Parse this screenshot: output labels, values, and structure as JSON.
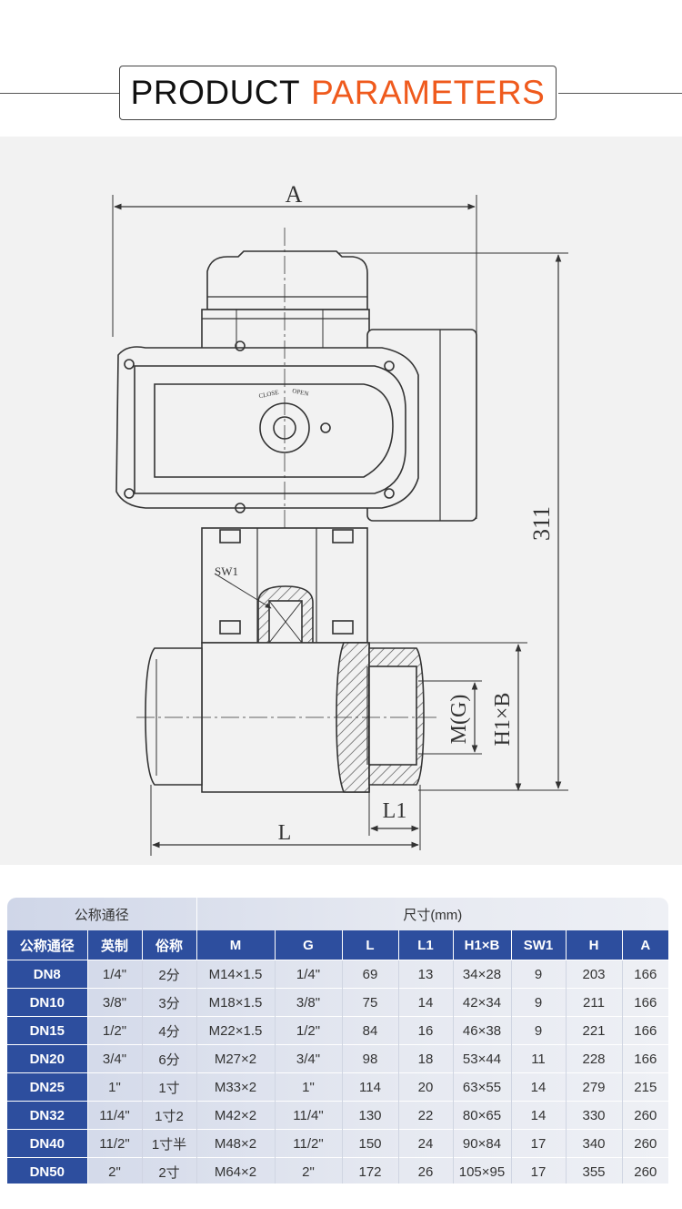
{
  "header": {
    "title_dark": "PRODUCT",
    "title_accent": "PARAMETERS",
    "accent_color": "#ef5a1d"
  },
  "drawing": {
    "label_A": "A",
    "label_311": "311",
    "label_SW1": "SW1",
    "label_M": "M(G)",
    "label_H1B": "H1×B",
    "label_L1": "L1",
    "label_L": "L",
    "label_close": "CLOSE",
    "label_open": "OPEN"
  },
  "table": {
    "group_left": "公称通径",
    "group_right": "尺寸(mm)",
    "columns": [
      "公称通径",
      "英制",
      "俗称",
      "M",
      "G",
      "L",
      "L1",
      "H1×B",
      "SW1",
      "H",
      "A"
    ],
    "rows": [
      [
        "DN8",
        "1/4\"",
        "2分",
        "M14×1.5",
        "1/4\"",
        "69",
        "13",
        "34×28",
        "9",
        "203",
        "166"
      ],
      [
        "DN10",
        "3/8\"",
        "3分",
        "M18×1.5",
        "3/8\"",
        "75",
        "14",
        "42×34",
        "9",
        "211",
        "166"
      ],
      [
        "DN15",
        "1/2\"",
        "4分",
        "M22×1.5",
        "1/2\"",
        "84",
        "16",
        "46×38",
        "9",
        "221",
        "166"
      ],
      [
        "DN20",
        "3/4\"",
        "6分",
        "M27×2",
        "3/4\"",
        "98",
        "18",
        "53×44",
        "11",
        "228",
        "166"
      ],
      [
        "DN25",
        "1\"",
        "1寸",
        "M33×2",
        "1\"",
        "114",
        "20",
        "63×55",
        "14",
        "279",
        "215"
      ],
      [
        "DN32",
        "11/4\"",
        "1寸2",
        "M42×2",
        "11/4\"",
        "130",
        "22",
        "80×65",
        "14",
        "330",
        "260"
      ],
      [
        "DN40",
        "11/2\"",
        "1寸半",
        "M48×2",
        "11/2\"",
        "150",
        "24",
        "90×84",
        "17",
        "340",
        "260"
      ],
      [
        "DN50",
        "2\"",
        "2寸",
        "M64×2",
        "2\"",
        "172",
        "26",
        "105×95",
        "17",
        "355",
        "260"
      ]
    ],
    "header_color": "#2d4e9e"
  }
}
